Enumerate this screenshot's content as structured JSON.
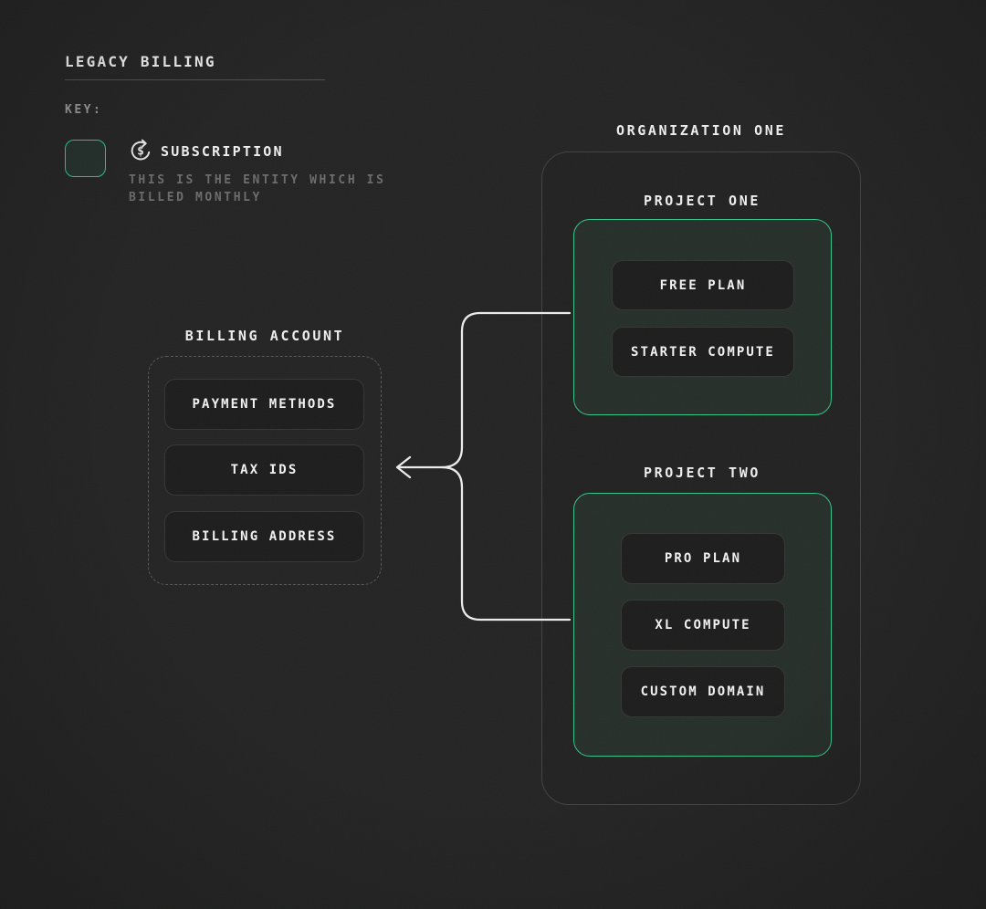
{
  "page": {
    "title": "LEGACY BILLING",
    "key_label": "KEY:"
  },
  "legend": {
    "icon": "recurring-dollar-icon",
    "icon_symbol": "$",
    "label": "SUBSCRIPTION",
    "description": "THIS IS THE ENTITY WHICH IS BILLED MONTHLY"
  },
  "billing_account": {
    "title": "BILLING ACCOUNT",
    "items": [
      "PAYMENT METHODS",
      "TAX IDS",
      "BILLING ADDRESS"
    ]
  },
  "organization": {
    "title": "ORGANIZATION ONE",
    "projects": [
      {
        "title": "PROJECT ONE",
        "items": [
          "FREE PLAN",
          "STARTER COMPUTE"
        ]
      },
      {
        "title": "PROJECT TWO",
        "items": [
          "PRO PLAN",
          "XL COMPUTE",
          "CUSTOM DOMAIN"
        ]
      }
    ]
  },
  "colors": {
    "background": "#232323",
    "accent_green": "#32c48a",
    "card_fill": "#1c1c1c",
    "card_border": "#353535",
    "project_fill": "#252e29",
    "org_border": "#424242",
    "dashed_border": "#585858",
    "text_primary": "#f0f0f0",
    "text_muted": "#6b6b6b",
    "connector": "#ececec"
  }
}
